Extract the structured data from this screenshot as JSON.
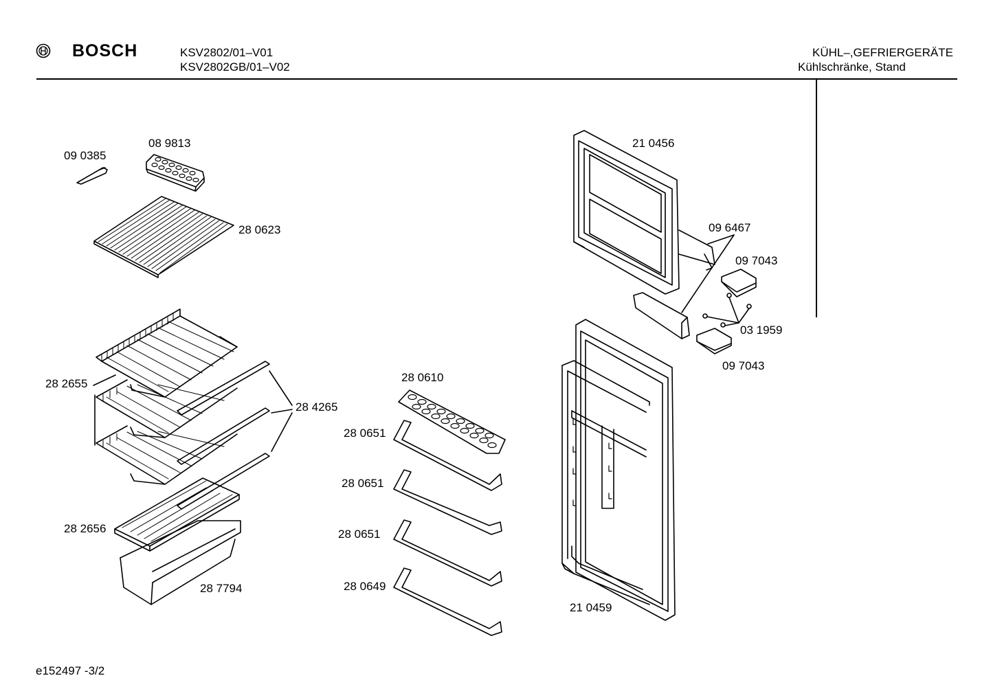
{
  "header": {
    "brand": "BOSCH",
    "model_1": "KSV2802/01–V01",
    "model_2": "KSV2802GB/01–V02",
    "category": "KÜHL–,GEFRIERGERÄTE",
    "subcategory": "Kühlschränke, Stand"
  },
  "footer": {
    "doc_id": "e152497   -3/2"
  },
  "parts": {
    "ice_scraper": "09 0385",
    "ice_tray": "08 9813",
    "freezer_grid": "28 0623",
    "shelf": "28 2655",
    "shelf_trim": "28 4265",
    "crisper_cover": "28 2656",
    "crisper_drawer": "28 7794",
    "egg_tray": "28 0610",
    "door_rail_1": "28 0651",
    "door_rail_2": "28 0651",
    "door_rail_3": "28 0651",
    "door_rail_bottom": "28 0649",
    "freezer_door": "21 0456",
    "door_handle": "09 6467",
    "hinge_cover_top": "09 7043",
    "screws": "03 1959",
    "hinge_cover_bottom": "09 7043",
    "fridge_door": "21 0459"
  }
}
